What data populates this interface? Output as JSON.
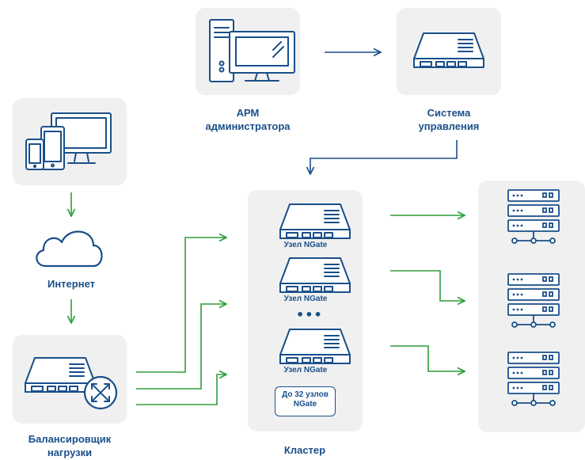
{
  "admin_label": [
    "АРМ",
    "администратора"
  ],
  "mgmt_label": [
    "Система",
    "управления"
  ],
  "internet_label": "Интернет",
  "balancer_label": [
    "Балансировщик",
    "нагрузки"
  ],
  "cluster_label": "Кластер",
  "node_label": "Узел NGate",
  "ellipsis": "•••",
  "limit_label": [
    "До 32 узлов",
    "NGate"
  ],
  "colors": {
    "blue": "#1a4f8a",
    "green": "#2e9e3a",
    "box": "#f0f0f0"
  },
  "icons": [
    "admin-workstation-icon",
    "management-system-icon",
    "user-devices-icon",
    "cloud-icon",
    "load-balancer-icon",
    "ngate-node-icon",
    "server-rack-icon"
  ]
}
